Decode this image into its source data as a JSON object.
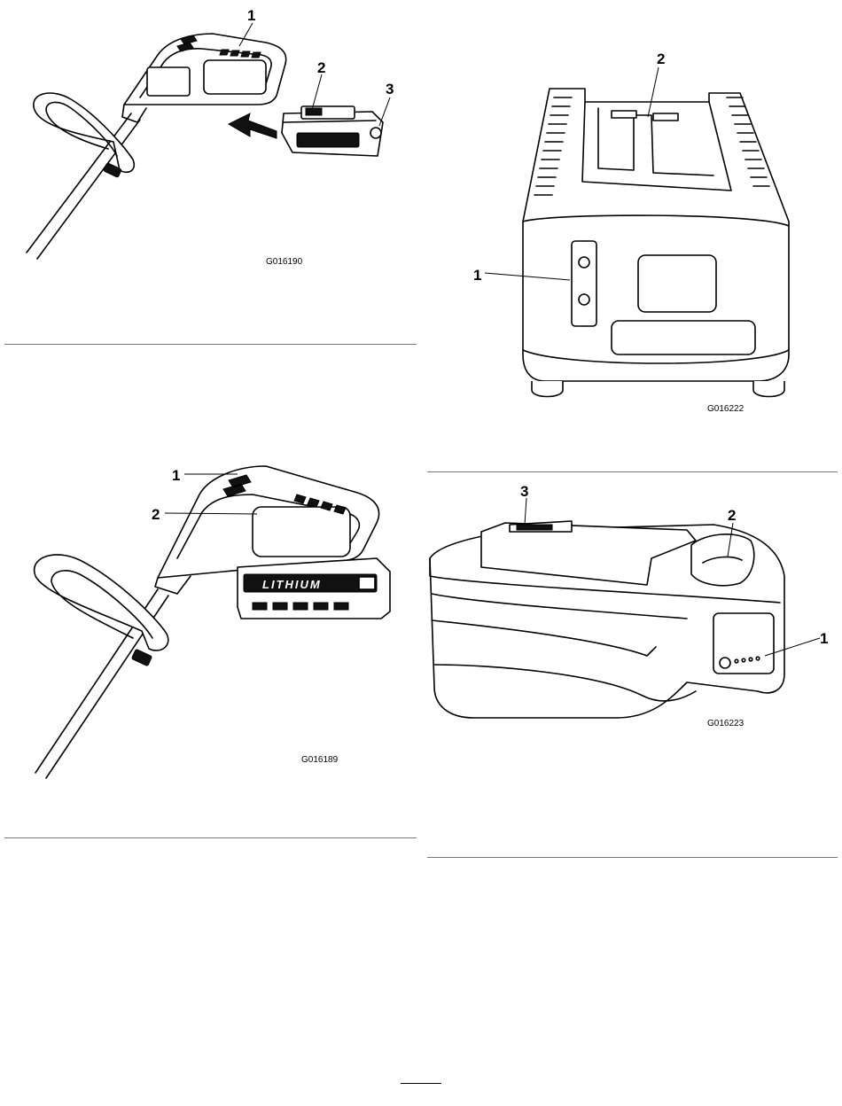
{
  "figures": [
    {
      "id": "fig-install-battery",
      "code": "G016190",
      "callouts": [
        "1",
        "2",
        "3"
      ]
    },
    {
      "id": "fig-charger",
      "code": "G016222",
      "callouts": [
        "1",
        "2"
      ]
    },
    {
      "id": "fig-battery-installed",
      "code": "G016189",
      "callouts": [
        "1",
        "2"
      ],
      "battery_label": "LITHIUM"
    },
    {
      "id": "fig-battery-pack",
      "code": "G016223",
      "callouts": [
        "1",
        "2",
        "3"
      ]
    }
  ]
}
